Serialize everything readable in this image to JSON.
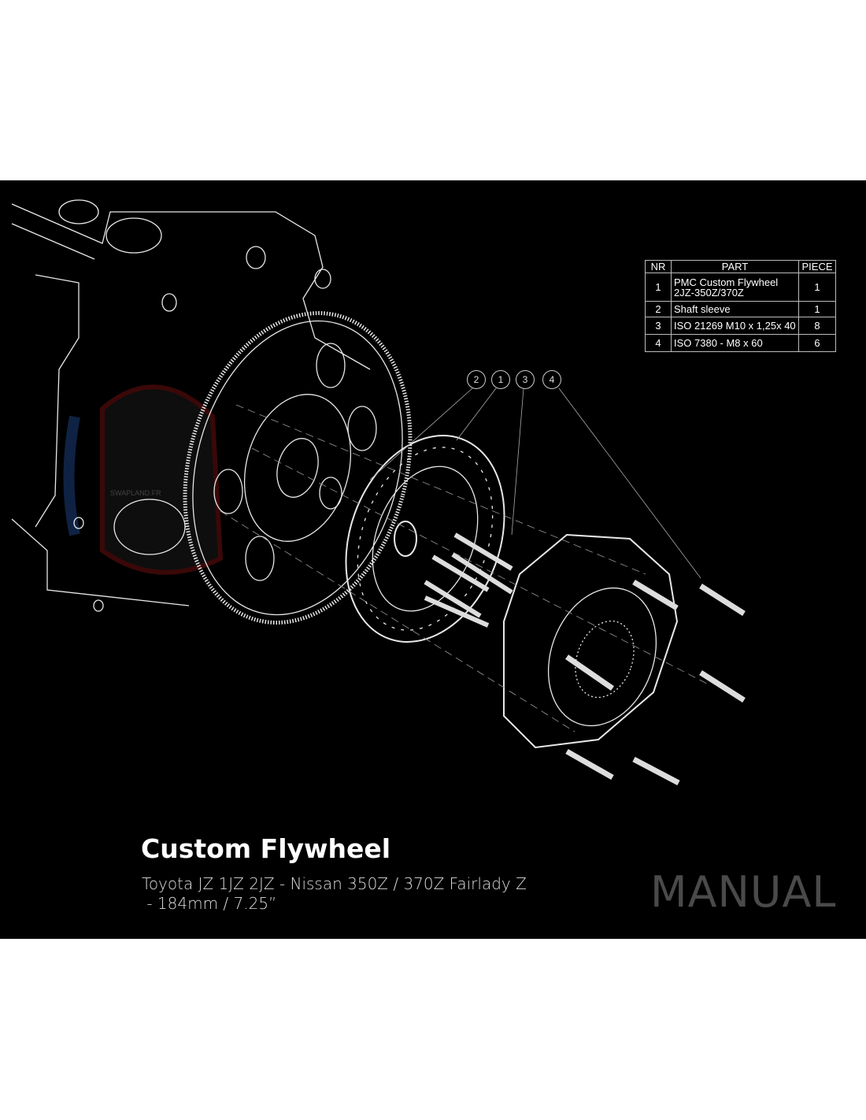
{
  "watermark": "SWAPLAND.FR",
  "table": {
    "headers": [
      "NR",
      "PART",
      "PIECE"
    ],
    "rows": [
      {
        "nr": "1",
        "part_line1": "PMC Custom Flywheel",
        "part_line2": "2JZ-350Z/370Z",
        "piece": "1"
      },
      {
        "nr": "2",
        "part_line1": "Shaft sleeve",
        "piece": "1"
      },
      {
        "nr": "3",
        "part_line1": "ISO 21269 M10 x 1,25x 40",
        "piece": "8"
      },
      {
        "nr": "4",
        "part_line1": "ISO 7380 - M8 x 60",
        "piece": "6"
      }
    ]
  },
  "callouts": [
    "2",
    "1",
    "3",
    "4"
  ],
  "title": "Custom Flywheel",
  "subtitle_line1": "Toyota JZ 1JZ 2JZ - Nissan 350Z / 370Z Fairlady Z",
  "subtitle_line2": " - 184mm / 7.25”",
  "badge": "MANUAL"
}
